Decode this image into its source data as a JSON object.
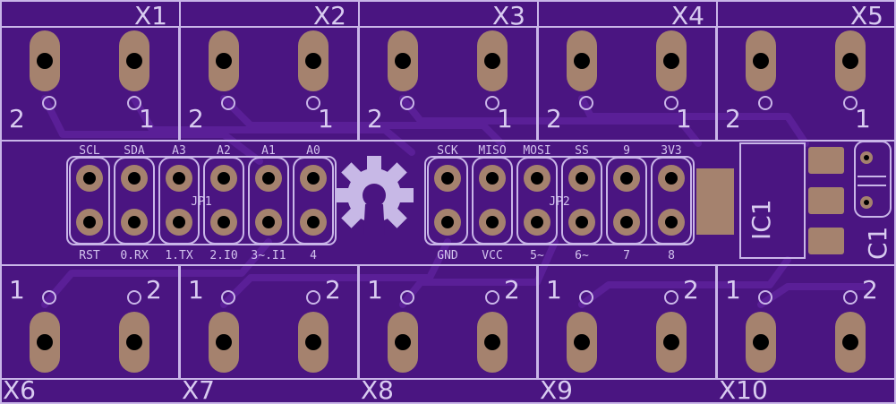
{
  "colors": {
    "board": "#4a1581",
    "copper_pad": "#a5826e",
    "drill": "#000000",
    "silkscreen": "#c9b6e8",
    "trace": "#5a1f97"
  },
  "connectors_top": [
    {
      "label": "X1",
      "pin_left": "2",
      "pin_right": "1"
    },
    {
      "label": "X2",
      "pin_left": "2",
      "pin_right": "1"
    },
    {
      "label": "X3",
      "pin_left": "2",
      "pin_right": "1"
    },
    {
      "label": "X4",
      "pin_left": "2",
      "pin_right": "1"
    },
    {
      "label": "X5",
      "pin_left": "2",
      "pin_right": "1"
    }
  ],
  "connectors_bottom": [
    {
      "label": "X6",
      "pin_left": "1",
      "pin_right": "2"
    },
    {
      "label": "X7",
      "pin_left": "1",
      "pin_right": "2"
    },
    {
      "label": "X8",
      "pin_left": "1",
      "pin_right": "2"
    },
    {
      "label": "X9",
      "pin_left": "1",
      "pin_right": "2"
    },
    {
      "label": "X10",
      "pin_left": "1",
      "pin_right": "2"
    }
  ],
  "jp1": {
    "name": "JP1",
    "top_labels": [
      "SCL",
      "SDA",
      "A3",
      "A2",
      "A1",
      "A0"
    ],
    "bottom_labels": [
      "RST",
      "0.RX",
      "1.TX",
      "2.I0",
      "3~.I1",
      "4"
    ]
  },
  "jp2": {
    "name": "JP2",
    "top_labels": [
      "SCK",
      "MISO",
      "MOSI",
      "SS",
      "9",
      "3V3"
    ],
    "bottom_labels": [
      "GND",
      "VCC",
      "5~",
      "6~",
      "7",
      "8"
    ]
  },
  "ic": {
    "label": "IC1"
  },
  "capacitor": {
    "label": "C1"
  }
}
